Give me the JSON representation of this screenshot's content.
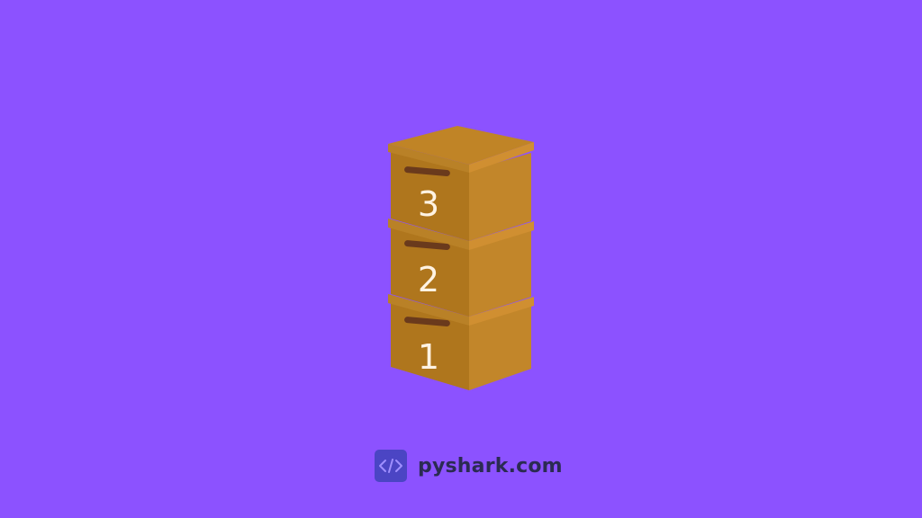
{
  "colors": {
    "background": "#8c52ff",
    "box_front": "#af761d",
    "box_side": "#c2862a",
    "box_top": "#c08426",
    "lid_band": "#b98127",
    "lid_band_side": "#d08f31",
    "handle": "#6a3a1c",
    "number_text": "#fff3e3",
    "logo_badge": "#4b45c4",
    "logo_glyph": "#9f8fff",
    "logo_text": "#2b2b52"
  },
  "boxes": [
    {
      "label": "3"
    },
    {
      "label": "2"
    },
    {
      "label": "1"
    }
  ],
  "logo": {
    "icon": "code-icon",
    "text": "pyshark.com"
  }
}
